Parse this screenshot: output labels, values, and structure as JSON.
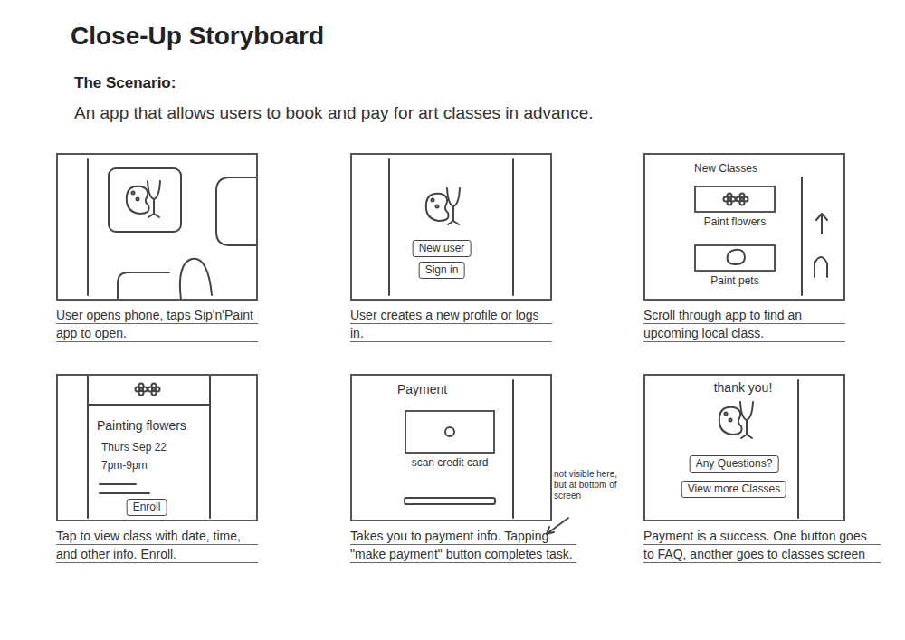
{
  "diagram": {
    "title": "Close-Up Storyboard",
    "nodes": [
      {
        "text": [
          "User opens phone, taps Sip'n'Paint app to open."
        ]
      },
      {
        "text": [
          "User creates a new profile or logs in."
        ]
      },
      {
        "text": [
          "New user"
        ],
        "in": 1
      },
      {
        "text": [
          "Sign in"
        ],
        "in": 1
      },
      {
        "text": [
          "New Classes",
          "Scroll through app to find an upcoming local class."
        ]
      },
      {
        "text": [
          "Paint flowers"
        ],
        "in": 4
      },
      {
        "text": [
          "Paint pets"
        ],
        "in": 4
      },
      {
        "text": [
          "Painting flowers",
          "Thurs Sep 22",
          "7pm-9pm",
          "Tap to view class with date, time, and other info. Enroll."
        ]
      },
      {
        "text": [
          "Enroll"
        ],
        "in": 7
      },
      {
        "text": [
          "Payment",
          "Takes you to payment info. Tapping \"make payment\" button completes task."
        ]
      },
      {
        "text": [
          "scan credit card"
        ],
        "in": 9
      },
      {
        "text": [
          "thank you!",
          "Payment is a success. One button goes to FAQ, another goes to classes screen"
        ]
      },
      {
        "text": [
          "Any Questions?"
        ],
        "in": 11
      },
      {
        "text": [
          "View more Classes"
        ],
        "in": 11
      }
    ],
    "labels": [
      "The Scenario:",
      "An app that allows users to book and pay for art classes in advance.",
      "not visible here, but at bottom of screen"
    ]
  }
}
